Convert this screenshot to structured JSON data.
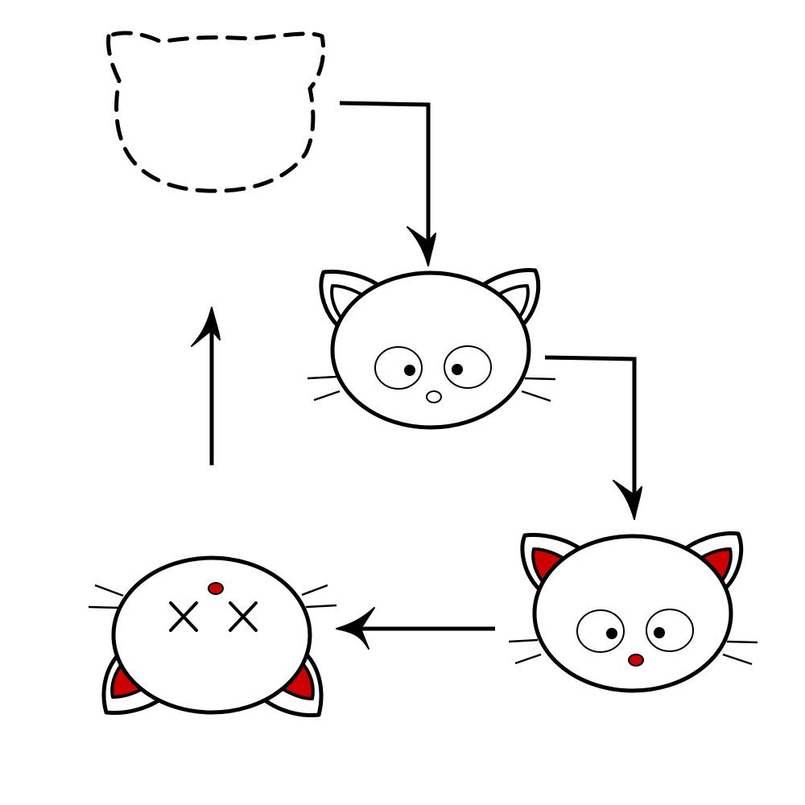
{
  "colors": {
    "stroke": "#000000",
    "fill": "#ffffff",
    "accent": "#cc0000"
  },
  "stages": [
    {
      "id": "ghost",
      "state": "outline-only"
    },
    {
      "id": "cat-plain",
      "state": "alive-white-ears"
    },
    {
      "id": "cat-red",
      "state": "alive-red-ears"
    },
    {
      "id": "cat-dead",
      "state": "upside-down-x-eyes"
    }
  ],
  "icons": [
    "dashed-cat-outline-icon",
    "cat-face-icon",
    "red-ear-cat-icon",
    "dead-cat-icon",
    "arrow-icon"
  ]
}
